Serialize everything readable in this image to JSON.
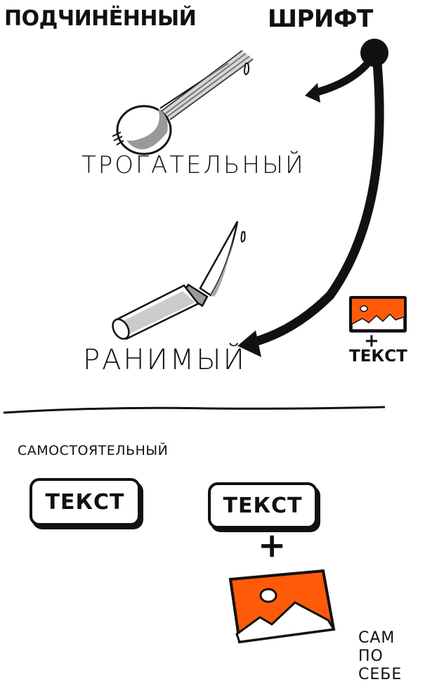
{
  "header": {
    "left_title": "ПОДЧИНЁННЫЙ",
    "right_title": "ШРИФТ"
  },
  "top_section": {
    "examples": [
      {
        "icon": "onion-icon",
        "label": "ТРОГАТЕЛЬНЫЙ"
      },
      {
        "icon": "knife-icon",
        "label": "РАНИМЫЙ"
      }
    ],
    "side_combo": {
      "plus": "+",
      "text": "ТЕКСТ"
    }
  },
  "bottom_section": {
    "label": "САМОСТОЯТЕЛЬНЫЙ",
    "box_left": "ТЕКСТ",
    "box_right": "ТЕКСТ",
    "plus": "+",
    "caption_lines": [
      "САМ",
      "ПО",
      "СЕБЕ"
    ]
  },
  "colors": {
    "accent_orange": "#ff5a0a",
    "ink": "#111111",
    "gray_shade": "#9a9a9a"
  }
}
